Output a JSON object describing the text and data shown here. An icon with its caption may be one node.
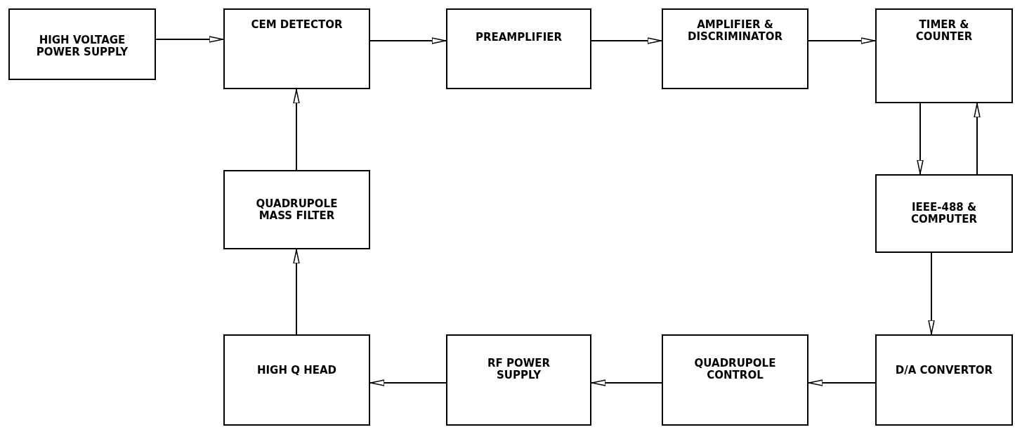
{
  "diagram": {
    "nodes": [
      {
        "text": [
          "HIGH VOLTAGE POWER SUPPLY"
        ]
      },
      {
        "text": [
          "CEM DETECTOR"
        ]
      },
      {
        "text": [
          "PREAMPLIFIER"
        ]
      },
      {
        "text": [
          "AMPLIFIER & DISCRIMINATOR"
        ]
      },
      {
        "text": [
          "TIMER & COUNTER"
        ]
      },
      {
        "text": [
          "QUADRUPOLE MASS FILTER"
        ]
      },
      {
        "text": [
          "IEEE-488 & COMPUTER"
        ]
      },
      {
        "text": [
          "HIGH Q HEAD"
        ]
      },
      {
        "text": [
          "RF POWER SUPPLY"
        ]
      },
      {
        "text": [
          "QUADRUPOLE CONTROL"
        ]
      },
      {
        "text": [
          "D/A CONVERTOR"
        ]
      }
    ],
    "edges": [
      {
        "from": 0,
        "to": 1,
        "arrow": "to"
      },
      {
        "from": 1,
        "to": 2,
        "arrow": "to"
      },
      {
        "from": 2,
        "to": 3,
        "arrow": "to"
      },
      {
        "from": 3,
        "to": 4,
        "arrow": "to"
      },
      {
        "from": 4,
        "to": 6,
        "arrow": "to"
      },
      {
        "from": 6,
        "to": 4,
        "arrow": "to"
      },
      {
        "from": 6,
        "to": 10,
        "arrow": "to"
      },
      {
        "from": 10,
        "to": 9,
        "arrow": "to"
      },
      {
        "from": 9,
        "to": 8,
        "arrow": "to"
      },
      {
        "from": 8,
        "to": 7,
        "arrow": "to"
      },
      {
        "from": 7,
        "to": 5,
        "arrow": "to"
      },
      {
        "from": 5,
        "to": 1,
        "arrow": "to"
      }
    ]
  }
}
